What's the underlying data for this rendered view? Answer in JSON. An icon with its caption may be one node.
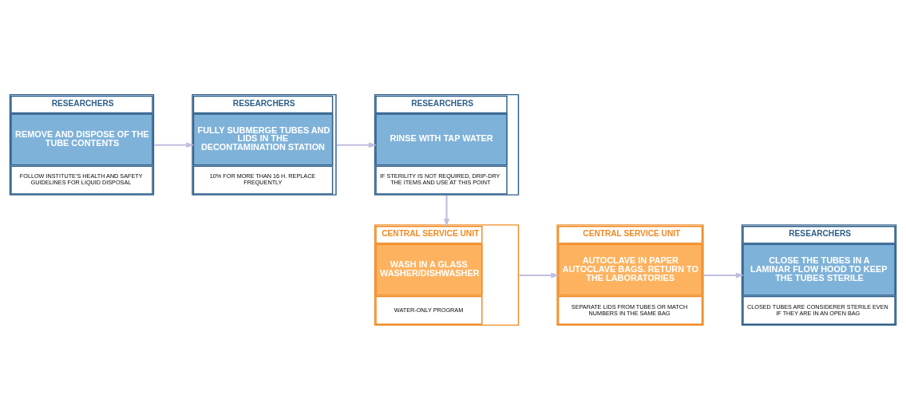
{
  "diagram": {
    "nodes": [
      {
        "text": [
          "RESEARCHERS",
          "REMOVE AND DISPOSE OF THE TUBE CONTENTS",
          "FOLLOW INSTITUTE’S HEALTH AND SAFETY GUIDELINES FOR LIQUID DISPOSAL"
        ]
      },
      {
        "text": [
          "RESEARCHERS",
          "FULLY SUBMERGE TUBES AND LIDS IN THE DECONTAMINATION STATION",
          "10% FOR MORE THAN 16 H. REPLACE FREQUENTLY"
        ]
      },
      {
        "text": [
          "RESEARCHERS",
          "RINSE WITH TAP WATER",
          "IF STERILITY IS NOT REQUIRED, DRIP-DRY THE ITEMS AND USE AT THIS POINT"
        ]
      },
      {
        "text": [
          "CENTRAL SERVICE UNIT",
          "WASH IN A GLASS WASHER/DISHWASHER",
          "WATER-ONLY PROGRAM"
        ]
      },
      {
        "text": [
          "CENTRAL SERVICE UNIT",
          "AUTOCLAVE IN PAPER AUTOCLAVE BAGS. RETURN TO THE LABORATORIES",
          "SEPARATE LIDS FROM TUBES OR MATCH NUMBERS IN THE SAME BAG"
        ]
      },
      {
        "text": [
          "RESEARCHERS",
          "CLOSE THE TUBES IN A LAMINAR FLOW HOOD TO KEEP THE TUBES STERILE",
          "CLOSED TUBES ARE CONSIDERER STERILE EVEN IF THEY ARE IN AN OPEN BAG"
        ]
      }
    ],
    "edges": [
      {
        "from": 0,
        "to": 1,
        "arrow": "to"
      },
      {
        "from": 1,
        "to": 2,
        "arrow": "to"
      },
      {
        "from": 2,
        "to": 3,
        "arrow": "to"
      },
      {
        "from": 3,
        "to": 4,
        "arrow": "to"
      },
      {
        "from": 4,
        "to": 5,
        "arrow": "to"
      }
    ]
  }
}
